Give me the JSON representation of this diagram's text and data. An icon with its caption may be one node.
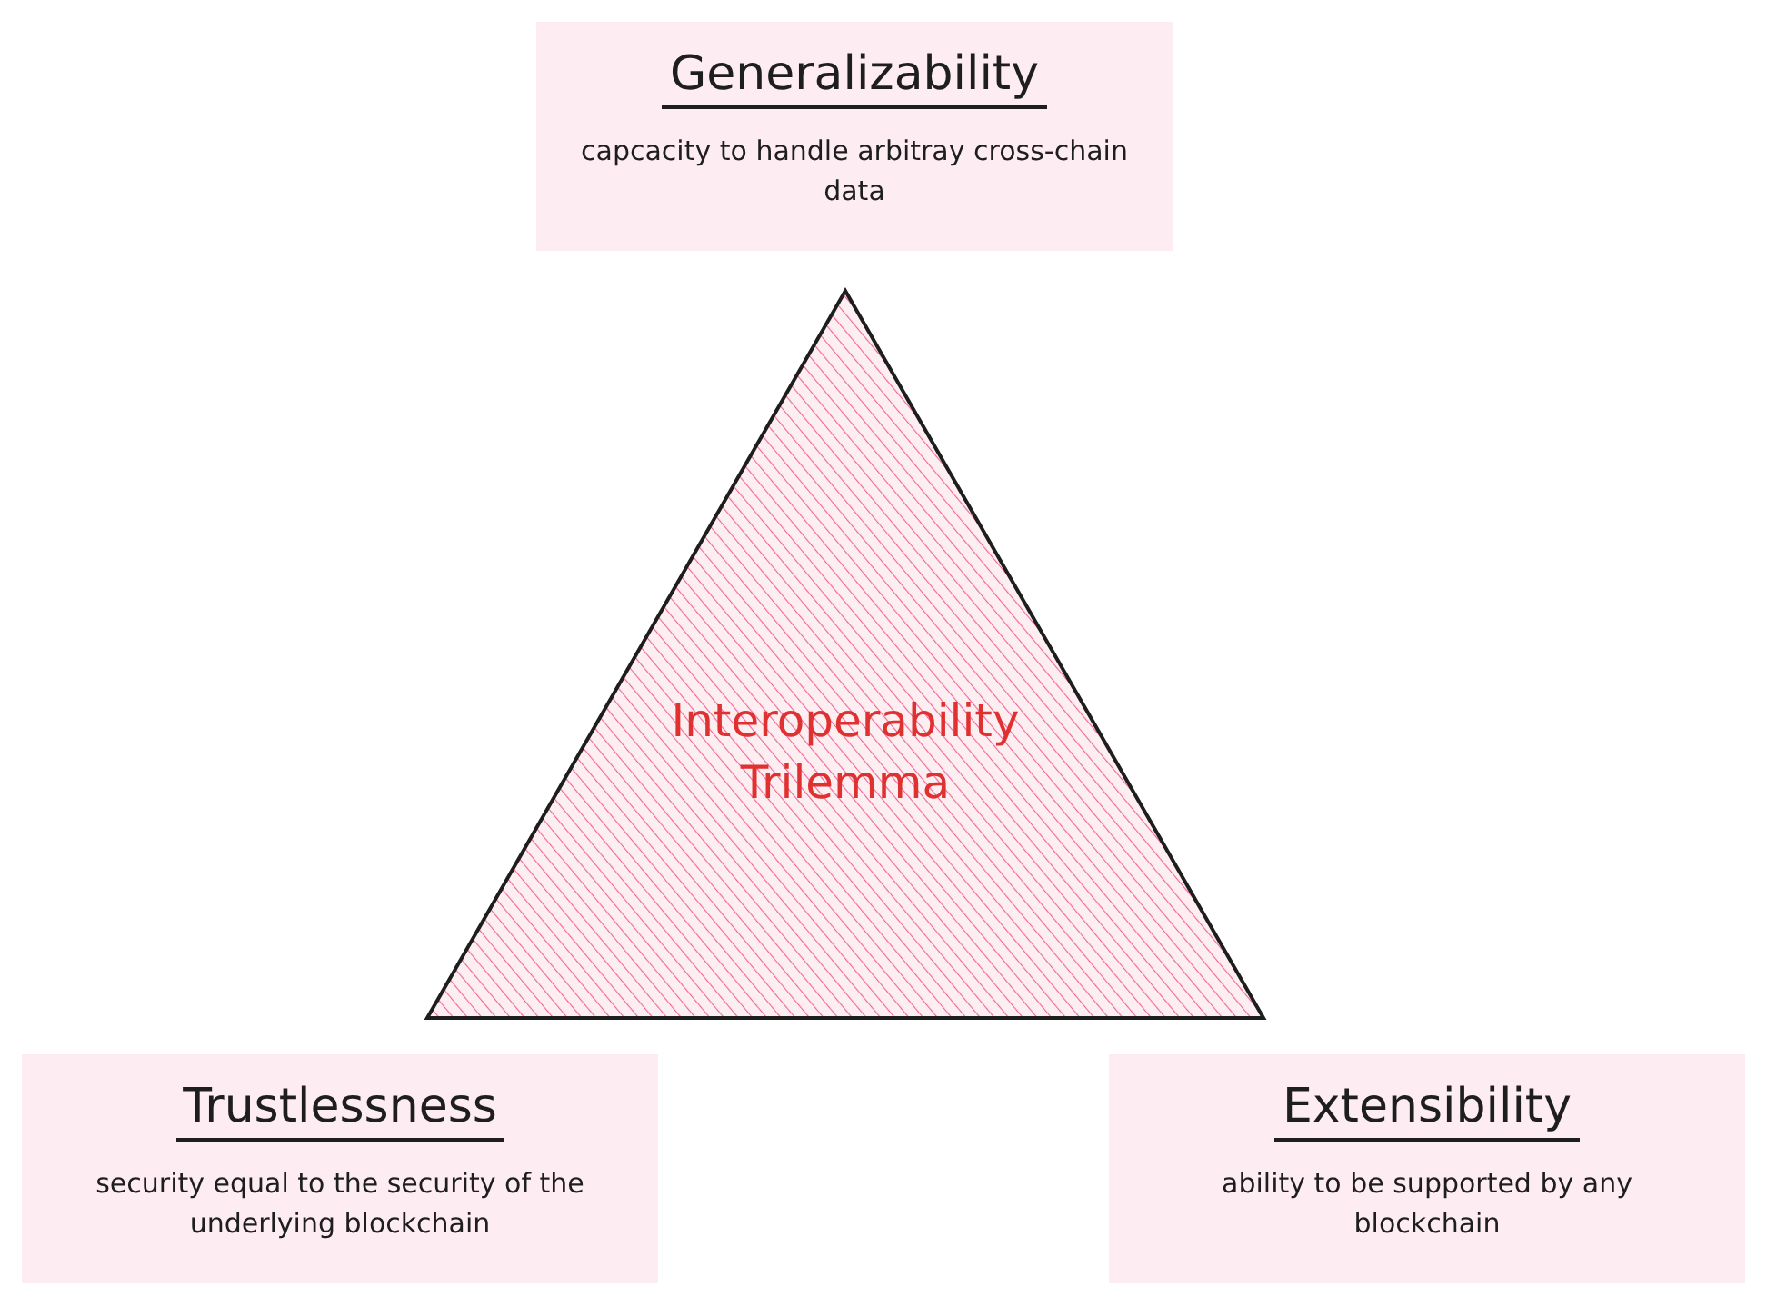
{
  "diagram": {
    "nodes": [
      {
        "text": [
          "Generalizability",
          "capcacity to handle arbitray cross-chain data"
        ]
      },
      {
        "text": [
          "Interoperability Trilemma"
        ]
      },
      {
        "text": [
          "Trustlessness",
          "security equal to the security of the underlying blockchain"
        ]
      },
      {
        "text": [
          "Extensibility",
          "ability to be supported by any blockchain"
        ]
      }
    ],
    "edges": []
  }
}
